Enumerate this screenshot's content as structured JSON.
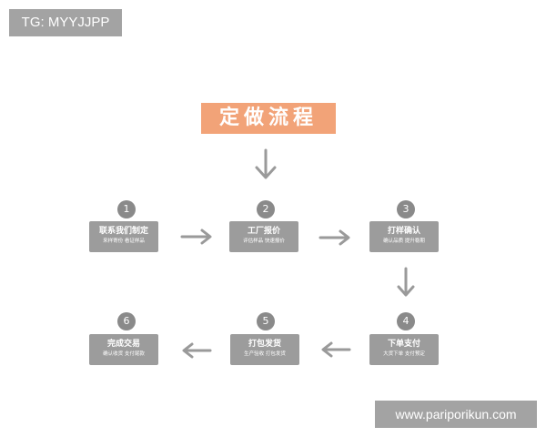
{
  "tag": "TG: MYYJJPP",
  "site": "www.pariporikun.com",
  "title": "定做流程",
  "steps": [
    {
      "num": "1",
      "title": "联系我们制定",
      "sub": "来样寄份 看证样品"
    },
    {
      "num": "2",
      "title": "工厂报价",
      "sub": "评估样品 快速报价"
    },
    {
      "num": "3",
      "title": "打样确认",
      "sub": "确认品质 提升稳期"
    },
    {
      "num": "4",
      "title": "下单支付",
      "sub": "大货下单 支付预定"
    },
    {
      "num": "5",
      "title": "打包发货",
      "sub": "生产验收 打包发货"
    },
    {
      "num": "6",
      "title": "完成交易",
      "sub": "确认收货 支付尾款"
    }
  ],
  "colors": {
    "title_bg": "#f2a378",
    "box_bg": "#9c9c9c",
    "badge_bg": "#8a8a8a",
    "arrow": "#9a9a9a"
  }
}
